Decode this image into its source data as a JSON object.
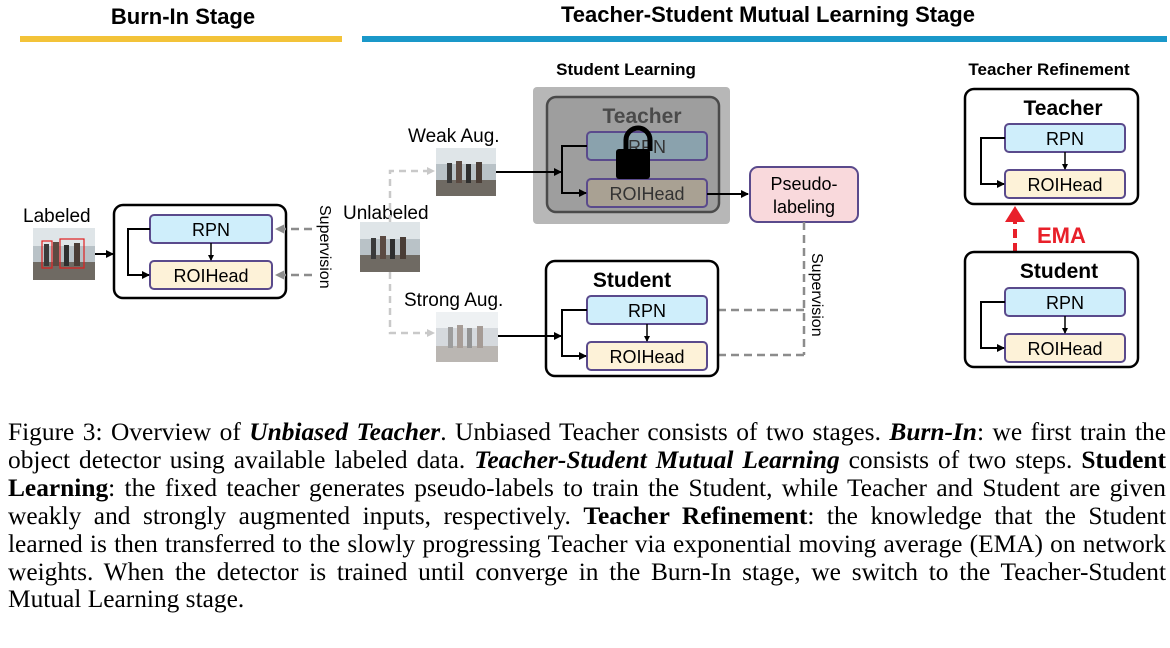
{
  "stages": {
    "burn_in": "Burn-In Stage",
    "mutual": "Teacher-Student Mutual Learning Stage"
  },
  "student_learning": {
    "title": "Student Learning",
    "weak_aug": "Weak Aug.",
    "strong_aug": "Strong Aug.",
    "unlabeled": "Unlabeled",
    "pseudo_line1": "Pseudo-",
    "pseudo_line2": "labeling",
    "supervision": "Supervision"
  },
  "burn_in": {
    "labeled": "Labeled",
    "supervision": "Supervision"
  },
  "teacher_refinement": {
    "title": "Teacher Refinement",
    "ema": "EMA"
  },
  "modules": {
    "teacher": "Teacher",
    "student": "Student",
    "rpn": "RPN",
    "roihead": "ROIHead"
  },
  "colors": {
    "burn_in_bar": "#f3c339",
    "mutual_bar": "#1a98c9",
    "rpn_fill": "#cfeefb",
    "roi_fill": "#fdf2d8",
    "module_border": "#5a4a8c",
    "pseudo_fill": "#f9d9dc",
    "ema_red": "#e8202a",
    "frozen_bg": "#b7b7b7"
  },
  "caption": {
    "p1": "Figure 3:  Overview of ",
    "b1": "Unbiased Teacher",
    "p2": ". Unbiased Teacher consists of two stages. ",
    "b2": "Burn-In",
    "p3": ": we first train the object detector using available labeled data. ",
    "b3": "Teacher-Student Mutual Learning",
    "p4": " consists of two steps. ",
    "b4": "Student Learning",
    "p5": ": the fixed teacher generates pseudo-labels to train the Student, while Teacher and Student are given weakly and strongly augmented inputs, respectively. ",
    "b5": "Teacher Refinement",
    "p6": ": the knowledge that the Student learned is then transferred to the slowly progressing Teacher via exponential moving average (EMA) on network weights. When the detector is trained until converge in the Burn-In stage, we switch to the Teacher-Student Mutual Learning stage."
  }
}
